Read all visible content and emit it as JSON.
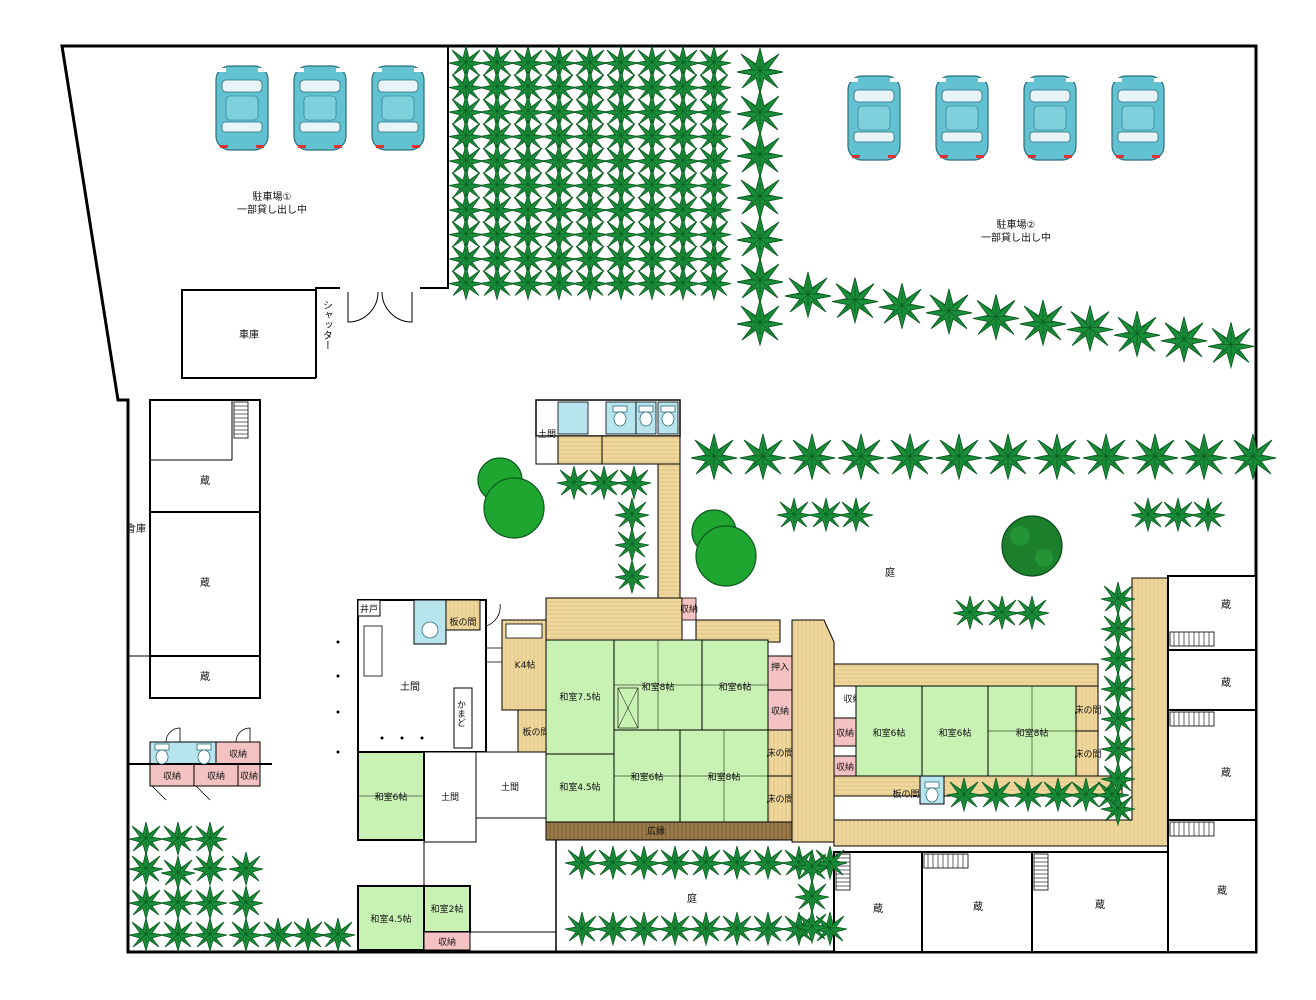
{
  "labels": {
    "parking1": [
      "駐車場①",
      "一部貸し出し中"
    ],
    "parking2": [
      "駐車場②",
      "一部貸し出し中"
    ],
    "garage": "車庫",
    "shutter": "シャッター",
    "kura": "蔵",
    "souko": "倉庫",
    "doma": "土間",
    "ido": "井戸",
    "itanoma": "板の間",
    "kamado": "かまど",
    "k4": "K4帖",
    "washitsu_75": "和室7.5帖",
    "washitsu_8": "和室8帖",
    "washitsu_6": "和室6帖",
    "washitsu_45": "和室4.5帖",
    "washitsu_2": "和室2帖",
    "oshiire": "押入",
    "shuno": "収納",
    "tokonoma": "床の間",
    "hiroen": "広縁",
    "niwa": "庭"
  },
  "colors": {
    "tatami": "#c8f2b4",
    "wood": "#f0d79c",
    "storage": "#f4c2c2",
    "water": "#b8e4ee",
    "car": "#62c2d2",
    "tree": "#1a8f3a",
    "wall": "#000000"
  },
  "icons": [
    "car-icon",
    "palm-plant-icon",
    "tree-icon",
    "stairs-icon",
    "toilet-icon",
    "bath-icon",
    "sink-icon"
  ]
}
